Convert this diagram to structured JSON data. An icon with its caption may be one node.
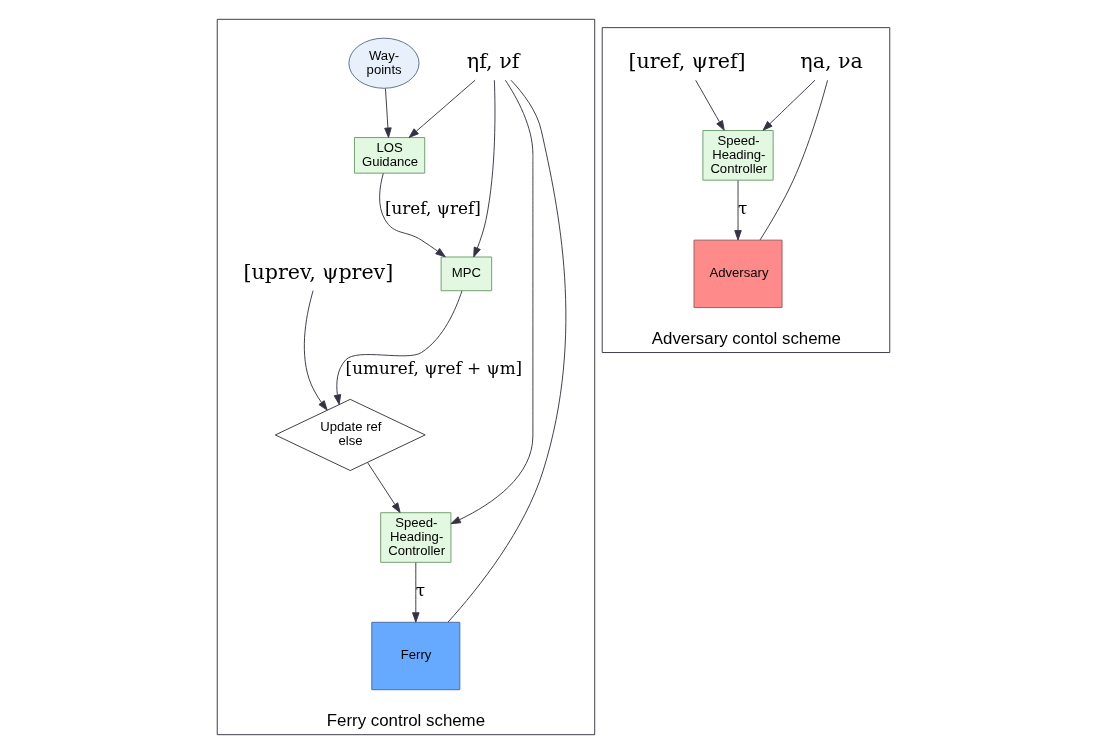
{
  "diagram": {
    "nodes": [
      {
        "text": [
          "Ferry control scheme"
        ]
      },
      {
        "text": [
          "ηf, νf"
        ],
        "in": 0
      },
      {
        "text": [
          "Way-points"
        ],
        "in": 0
      },
      {
        "text": [
          "LOS Guidance"
        ],
        "in": 0
      },
      {
        "text": [
          "MPC"
        ],
        "in": 0
      },
      {
        "text": [
          "Update ref",
          "else"
        ],
        "in": 0
      },
      {
        "text": [
          "Speed-Heading-Controller"
        ],
        "in": 0
      },
      {
        "text": [
          "[uprev, ψprev]"
        ],
        "in": 0
      },
      {
        "text": [
          "Ferry"
        ],
        "in": 0
      },
      {
        "text": [
          "Adversary contol scheme"
        ]
      },
      {
        "text": [
          "ηa, νa"
        ],
        "in": 9
      },
      {
        "text": [
          "Speed-Heading-Controller"
        ],
        "in": 9
      },
      {
        "text": [
          "[uref, ψref]"
        ],
        "in": 9
      },
      {
        "text": [
          "Adversary"
        ],
        "in": 9
      }
    ],
    "edges": [
      {
        "from": 8,
        "to": 1,
        "arrow": "none"
      },
      {
        "from": 1,
        "to": 3,
        "arrow": "to"
      },
      {
        "from": 1,
        "to": 4,
        "arrow": "to"
      },
      {
        "from": 1,
        "to": 6,
        "arrow": "to"
      },
      {
        "from": 2,
        "to": 3,
        "arrow": "to"
      },
      {
        "from": 3,
        "to": 4,
        "arrow": "to",
        "label": "[uref, ψref]"
      },
      {
        "from": 4,
        "to": 5,
        "arrow": "to",
        "label": "[umuref, ψref + ψm]"
      },
      {
        "from": 5,
        "to": 6,
        "arrow": "to"
      },
      {
        "from": 7,
        "to": 5,
        "arrow": "to"
      },
      {
        "from": 6,
        "to": 8,
        "arrow": "to",
        "label": "τ"
      },
      {
        "from": 13,
        "to": 10,
        "arrow": "none"
      },
      {
        "from": 10,
        "to": 11,
        "arrow": "to"
      },
      {
        "from": 12,
        "to": 11,
        "arrow": "to"
      },
      {
        "from": 11,
        "to": 13,
        "arrow": "to",
        "label": "τ"
      }
    ]
  }
}
